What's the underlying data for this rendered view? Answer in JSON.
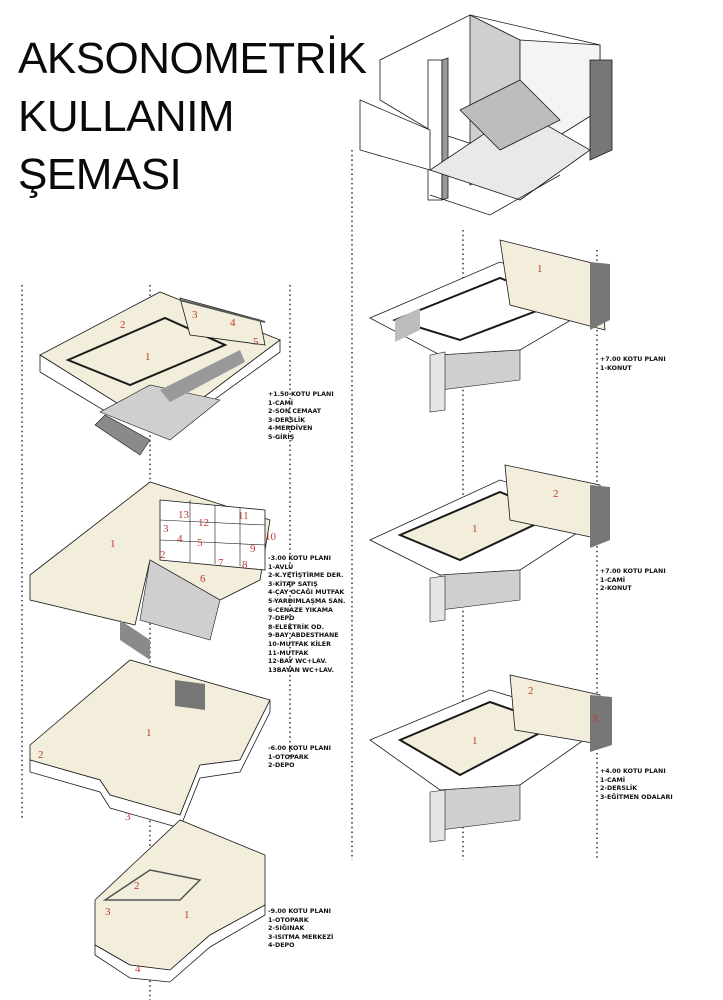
{
  "title": {
    "line1": "AKSONOMETRİK",
    "line2": "KULLANIM",
    "line3": "ŞEMASI"
  },
  "legends": {
    "plus150": [
      "+1.50 KOTU PLANI",
      "1-CAMİ",
      "2-SON CEMAAT",
      "3-DERSLİK",
      "4-MERDİVEN",
      "5-GİRİŞ"
    ],
    "minus300": [
      "-3.00 KOTU PLANI",
      "1-AVLU",
      "2-K.YETİŞTİRME DER.",
      "3-KİTAP SATIŞ",
      "4-ÇAY OCAĞI MUTFAK",
      "5-YARDIMLAŞMA SAN.",
      "6-CENAZE YIKAMA",
      "7-DEPO",
      "8-ELEKTRİK OD.",
      "9-BAY ABDESTHANE",
      "10-MUTFAK KİLER",
      "11-MUTFAK",
      "12-BAY WC+LAV.",
      "13BAYAN WC+LAV."
    ],
    "minus600": [
      "-6.00 KOTU PLANI",
      "1-OTOPARK",
      "2-DEPO"
    ],
    "minus900": [
      "-9.00 KOTU PLANI",
      "1-OTOPARK",
      "2-SIĞINAK",
      "3-ISITMA MERKEZİ",
      "4-DEPO"
    ],
    "plus700a": [
      "+7.00 KOTU PLANI",
      "1-KONUT"
    ],
    "plus700b": [
      "+7.00 KOTU PLANI",
      "1-CAMİ",
      "2-KONUT"
    ],
    "plus400": [
      "+4.00 KOTU PLANI",
      "1-CAMİ",
      "2-DERSLİK",
      "3-EĞİTMEN ODALARI"
    ]
  },
  "plan_numbers": {
    "p1": [
      "1",
      "2",
      "3",
      "4",
      "5"
    ],
    "p2": [
      "1",
      "2",
      "3",
      "4",
      "5",
      "6",
      "7",
      "8",
      "9",
      "10",
      "11",
      "12",
      "13"
    ],
    "p3": [
      "1",
      "2",
      "3"
    ],
    "p4": [
      "1",
      "2",
      "3",
      "4"
    ],
    "r2": [
      "1"
    ],
    "r3": [
      "1",
      "2"
    ],
    "r4": [
      "1",
      "2",
      "3"
    ]
  },
  "colors": {
    "fill": "#f2eedb",
    "line": "#1a1a1a",
    "shade": "#8a8a8a",
    "number": "#c0392b"
  }
}
